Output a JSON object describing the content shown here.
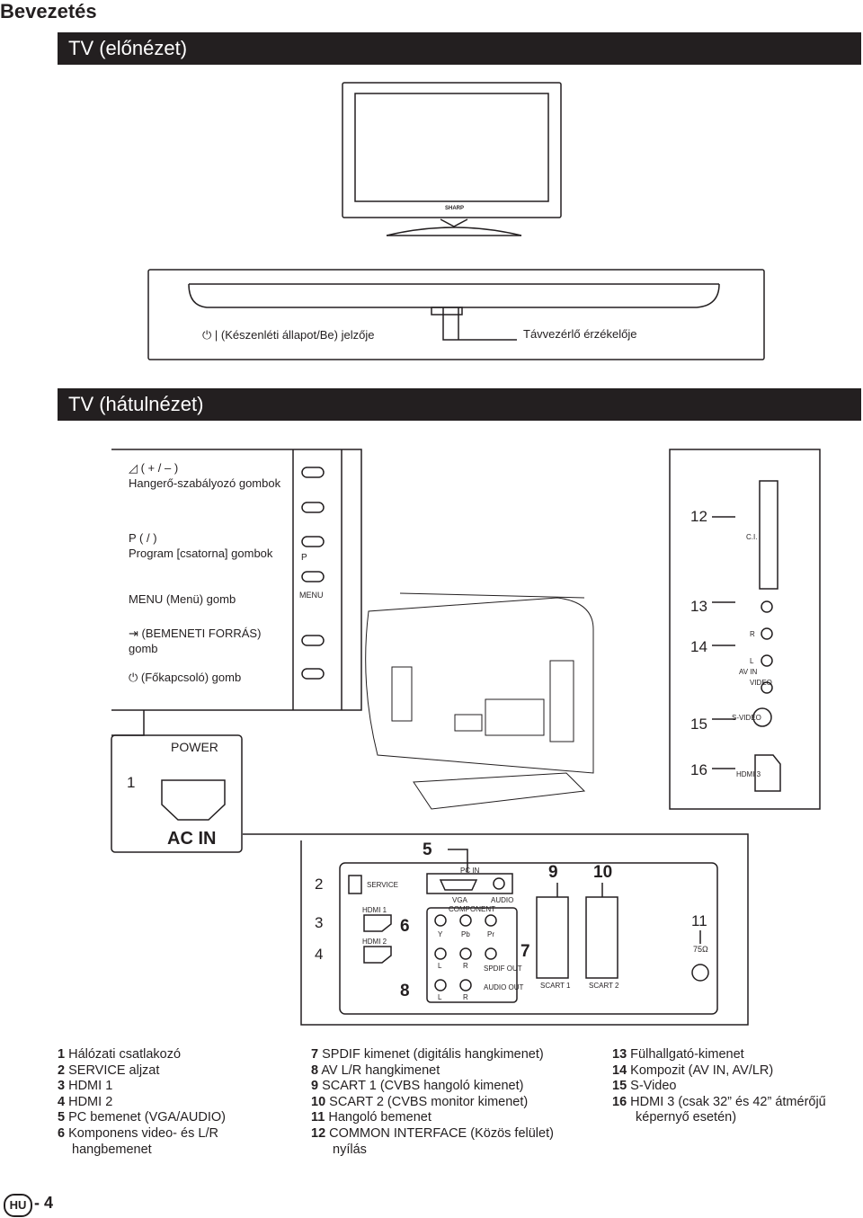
{
  "header": {
    "section": "Bevezetés",
    "front_title": "TV (előnézet)",
    "back_title": "TV (hátulnézet)"
  },
  "front": {
    "brand": "SHARP",
    "standby_label": "| (Készenléti állapot/Be) jelzője",
    "sensor_label": "Távvezérlő érzékelője"
  },
  "side_panel": {
    "volume_label": "( + / – )",
    "volume_desc": "Hangerő-szabályozó gombok",
    "program_label": "P ( / )",
    "program_desc": "Program [csatorna] gombok",
    "menu_label": "MENU (Menü) gomb",
    "input_label": "(BEMENETI FORRÁS)",
    "input_desc": "gomb",
    "power_label": "(Főkapcsoló) gomb",
    "strip_p": "P",
    "strip_menu": "MENU"
  },
  "ac_panel": {
    "power_text": "POWER",
    "ac_in": "AC IN",
    "num": "1"
  },
  "right_panel": {
    "n12": "12",
    "n13": "13",
    "n14": "14",
    "n15": "15",
    "n16": "16",
    "ci": "C.I.",
    "av_in": "AV IN",
    "video": "VIDEO",
    "l": "L",
    "r": "R",
    "svideo": "S-VIDEO",
    "hdmi3": "HDMI 3"
  },
  "bottom_panel": {
    "n2": "2",
    "n3": "3",
    "n4": "4",
    "n5": "5",
    "n6": "6",
    "n7": "7",
    "n8": "8",
    "n9": "9",
    "n10": "10",
    "n11": "11",
    "service": "SERVICE",
    "hdmi1": "HDMI 1",
    "hdmi2": "HDMI 2",
    "pc_in": "PC IN",
    "vga": "VGA",
    "audio": "AUDIO",
    "component": "COMPONENT",
    "y": "Y",
    "pb": "Pb",
    "pr": "Pr",
    "l": "L",
    "r": "R",
    "spdif_out": "SPDIF OUT",
    "audio_out": "AUDIO OUT",
    "l2": "L",
    "r2": "R",
    "scart1": "SCART 1",
    "scart2": "SCART 2",
    "ohm": "75Ω"
  },
  "legend": {
    "col1": [
      {
        "n": "1",
        "t": "Hálózati csatlakozó"
      },
      {
        "n": "2",
        "t": "SERVICE aljzat"
      },
      {
        "n": "3",
        "t": "HDMI 1"
      },
      {
        "n": "4",
        "t": "HDMI 2"
      },
      {
        "n": "5",
        "t": "PC bemenet (VGA/AUDIO)"
      },
      {
        "n": "6",
        "t": "Komponens video- és L/R"
      }
    ],
    "col1_cont": "hangbemenet",
    "col2": [
      {
        "n": "7",
        "t": "SPDIF kimenet (digitális hangkimenet)"
      },
      {
        "n": "8",
        "t": "AV L/R hangkimenet"
      },
      {
        "n": "9",
        "t": "SCART 1 (CVBS hangoló kimenet)"
      },
      {
        "n": "10",
        "t": "SCART 2 (CVBS monitor kimenet)"
      },
      {
        "n": "11",
        "t": "Hangoló bemenet"
      },
      {
        "n": "12",
        "t": "COMMON INTERFACE (Közös felület)"
      }
    ],
    "col2_cont": "nyílás",
    "col3": [
      {
        "n": "13",
        "t": "Fülhallgató-kimenet"
      },
      {
        "n": "14",
        "t": "Kompozit (AV IN, AV/LR)"
      },
      {
        "n": "15",
        "t": "S-Video"
      },
      {
        "n": "16",
        "t": "HDMI 3 (csak 32” és 42” átmérőjű"
      }
    ],
    "col3_cont": "képernyő esetén)"
  },
  "footer": {
    "region": "HU",
    "page": "- 4"
  }
}
